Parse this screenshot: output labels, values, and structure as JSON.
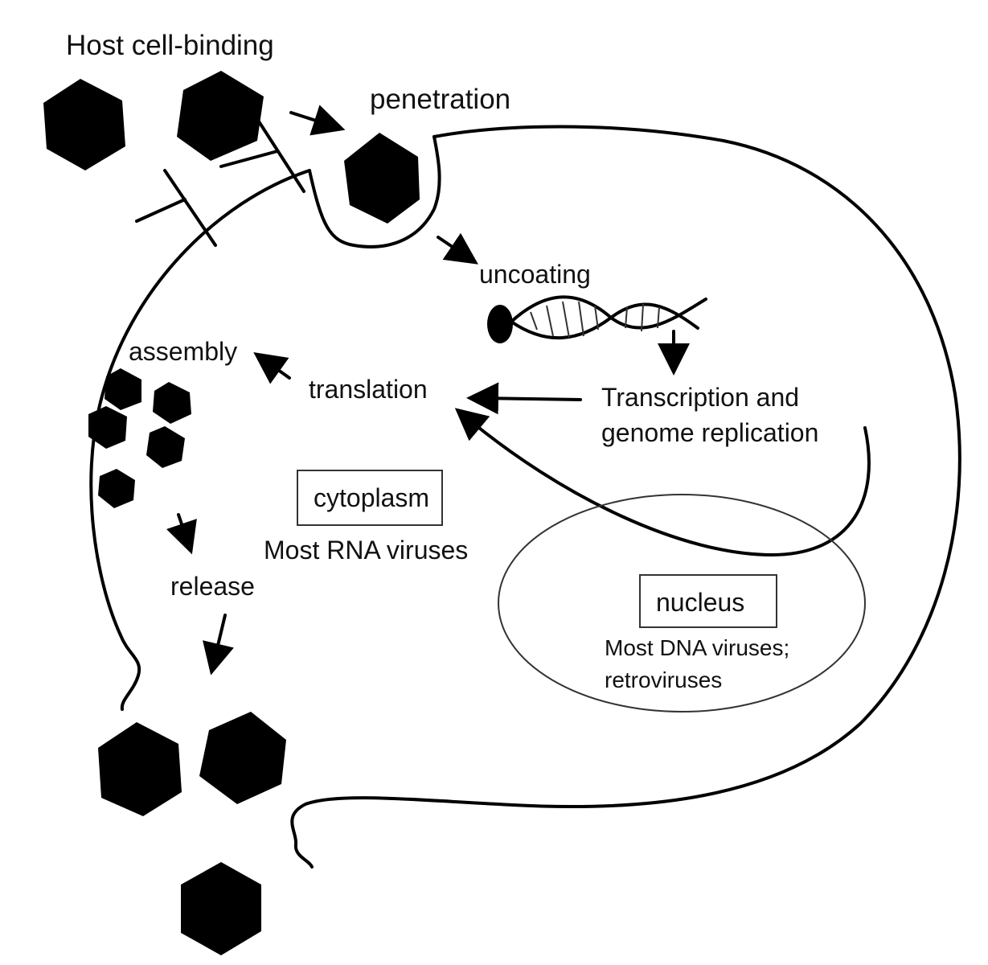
{
  "labels": {
    "host_binding": "Host cell-binding",
    "penetration": "penetration",
    "uncoating": "uncoating",
    "assembly": "assembly",
    "translation": "translation",
    "transcription_line1": "Transcription and",
    "transcription_line2": "genome replication",
    "cytoplasm": "cytoplasm",
    "rna_viruses": "Most RNA viruses",
    "release": "release",
    "nucleus": "nucleus",
    "dna_viruses_line1": "Most DNA viruses;",
    "dna_viruses_line2": "retroviruses"
  }
}
